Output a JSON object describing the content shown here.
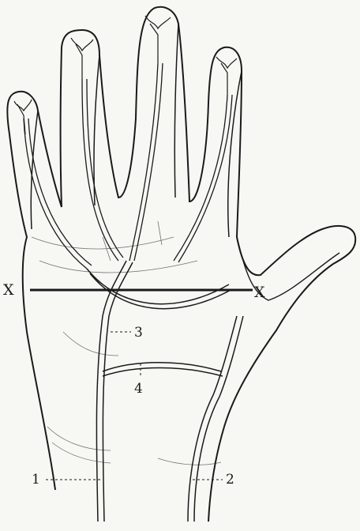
{
  "figure": {
    "labels": {
      "x_left": "X",
      "x_right": "X",
      "n1": "1",
      "n2": "2",
      "n3": "3",
      "n4": "4"
    },
    "colors": {
      "ink": "#1a1a1a",
      "paper": "#f7f7f3"
    }
  }
}
